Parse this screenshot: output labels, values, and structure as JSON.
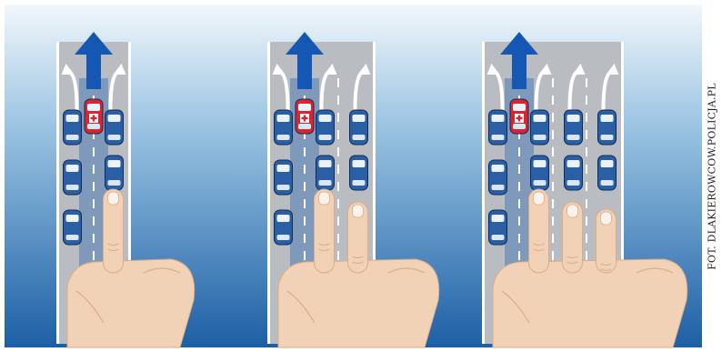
{
  "credit": "FOT. DLAKIEROWCOW.POLICJA.PL",
  "colors": {
    "sky_top": "#f2f7fb",
    "sky_mid": "#9cc5e3",
    "sky_bottom": "#1c5fa5",
    "road": "#b9bcc1",
    "lane_marking": "#ffffff",
    "corridor_arrow": "#1458b3",
    "car_blue": "#2b5fa5",
    "car_red": "#d72631",
    "skin": "#f1d2b6",
    "skin_shadow": "#d9ad8a"
  },
  "icons": {
    "corridor": "blue-arrow-icon",
    "emergency": "ambulance-icon",
    "turn": "curved-arrow-icon",
    "gesture": "hand-icon"
  },
  "panels": [
    {
      "road_lanes": 2,
      "fingers_raised": 1,
      "blue_cars_per_column": [
        3,
        2
      ]
    },
    {
      "road_lanes": 3,
      "fingers_raised": 2,
      "blue_cars_per_column": [
        3,
        2,
        2
      ]
    },
    {
      "road_lanes": 4,
      "fingers_raised": 3,
      "blue_cars_per_column": [
        3,
        2,
        2,
        2
      ]
    }
  ]
}
